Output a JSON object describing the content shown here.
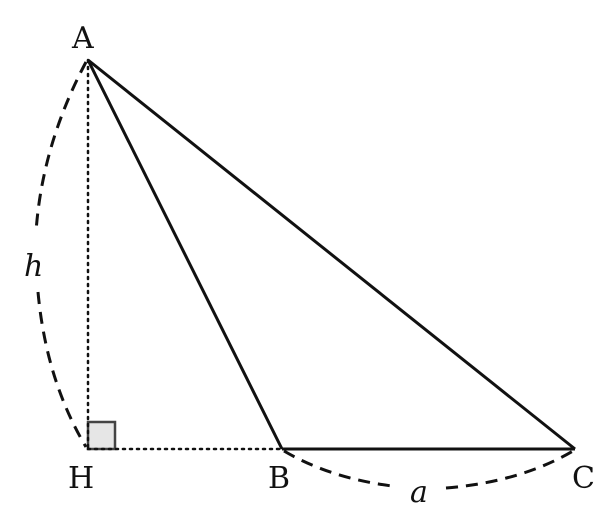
{
  "diagram": {
    "vertices": {
      "A": "A",
      "B": "B",
      "C": "C",
      "H": "H"
    },
    "labels": {
      "height": "h",
      "base": "a"
    },
    "colors": {
      "stroke": "#111111",
      "right_angle_fill": "#e6e6e6",
      "right_angle_stroke": "#444444"
    }
  }
}
